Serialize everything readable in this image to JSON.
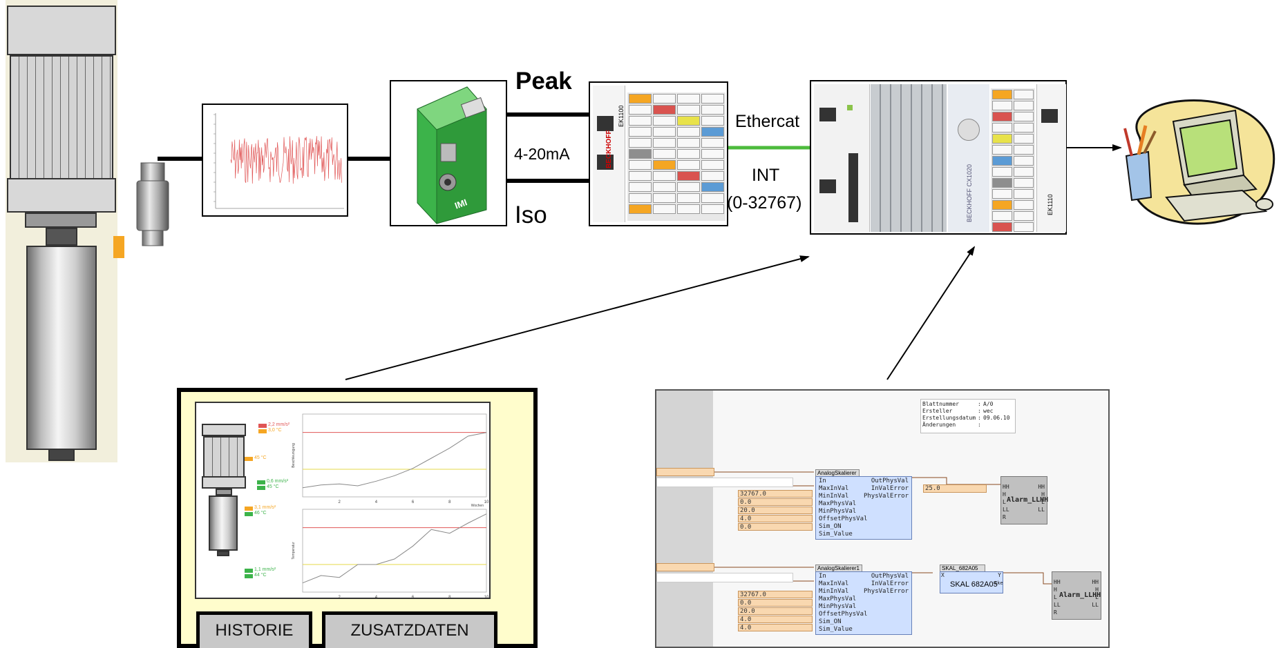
{
  "labels": {
    "peak": "Peak",
    "current": "4-20mA",
    "iso": "Iso",
    "ethercat": "Ethercat",
    "int": "INT",
    "int_range": "(0-32767)"
  },
  "hmi_panel": {
    "tabs": [
      "HISTORIE",
      "ZUSATZDATEN"
    ],
    "readings": [
      "2,2 mm/s²",
      "3,0 °C",
      "45 °C",
      "0,6 mm/s²",
      "45 °C",
      "3,1 mm/s²",
      "46 °C",
      "1,1 mm/s²",
      "44 °C"
    ],
    "chart_top_ylabel": "Beschleunigung",
    "chart_bottom_ylabel": "Temperatur",
    "chart_xlabel": "Wochen"
  },
  "function_block_panel": {
    "sheet_info": [
      {
        "key": "Blattnummer",
        "value": "A/0"
      },
      {
        "key": "Ersteller",
        "value": "wec"
      },
      {
        "key": "Erstellungsdatum",
        "value": "09.06.10"
      },
      {
        "key": "Änderungen",
        "value": ""
      }
    ],
    "block1_title": "AnalogSkalierer",
    "block2_title": "AnalogSkalierer1",
    "block_inputs": [
      "In",
      "MaxInVal",
      "MinInVal",
      "MaxPhysVal",
      "MinPhysVal",
      "OffsetPhysVal",
      "Sim_ON",
      "Sim_Value"
    ],
    "block_outputs": [
      "OutPhysVal",
      "InValError",
      "PhysValError"
    ],
    "block1_values": [
      "32767.0",
      "0.0",
      "20.0",
      "4.0",
      "0.0"
    ],
    "block2_values": [
      "32767.0",
      "0.0",
      "20.0",
      "4.0",
      "4.0"
    ],
    "output_value": "25.0",
    "alarm_title": "Alarm_LLHH",
    "alarm_pins_left": [
      "HH",
      "H",
      "L",
      "LL",
      "R"
    ],
    "alarm_pins_right": [
      "HH",
      "H",
      "L",
      "LL"
    ],
    "skal_title": "SKAL_682A05",
    "skal_body": "SKAL 682A05",
    "skal_in": "X",
    "skal_out": "Y",
    "skal_note": "Ske"
  },
  "device_labels": {
    "imi_brand": "IMI",
    "beckhoff": "BECKHOFF",
    "ek1100": "EK1100",
    "ek1110": "EK1110",
    "cx_model": "BECKHOFF CX1020"
  },
  "chart_data": {
    "type": "line",
    "title": "",
    "series": [
      {
        "values": [
          1,
          1.3,
          1.4,
          1.2,
          1.7,
          2.3,
          3.1,
          4.2,
          5.3,
          6.6,
          7.0
        ]
      },
      {
        "values": [
          1,
          1.8,
          1.6,
          3.0,
          3.0,
          3.6,
          5.0,
          6.8,
          6.4,
          7.5,
          8.5
        ]
      }
    ],
    "x": [
      0,
      1,
      2,
      3,
      4,
      5,
      6,
      7,
      8,
      9,
      10
    ],
    "xlabel": "Wochen",
    "ylabel": [
      "Beschleunigung",
      "Temperatur"
    ],
    "threshold_lines": {
      "red": 7,
      "yellow": 3
    }
  },
  "colors": {
    "imi_green": "#3cb34a",
    "ethercat_green": "#4dbb3c",
    "orange": "#f5a623",
    "panel_yellow": "#fffdcc",
    "red_line": "#e05555",
    "yellow_line": "#e6d84a"
  }
}
